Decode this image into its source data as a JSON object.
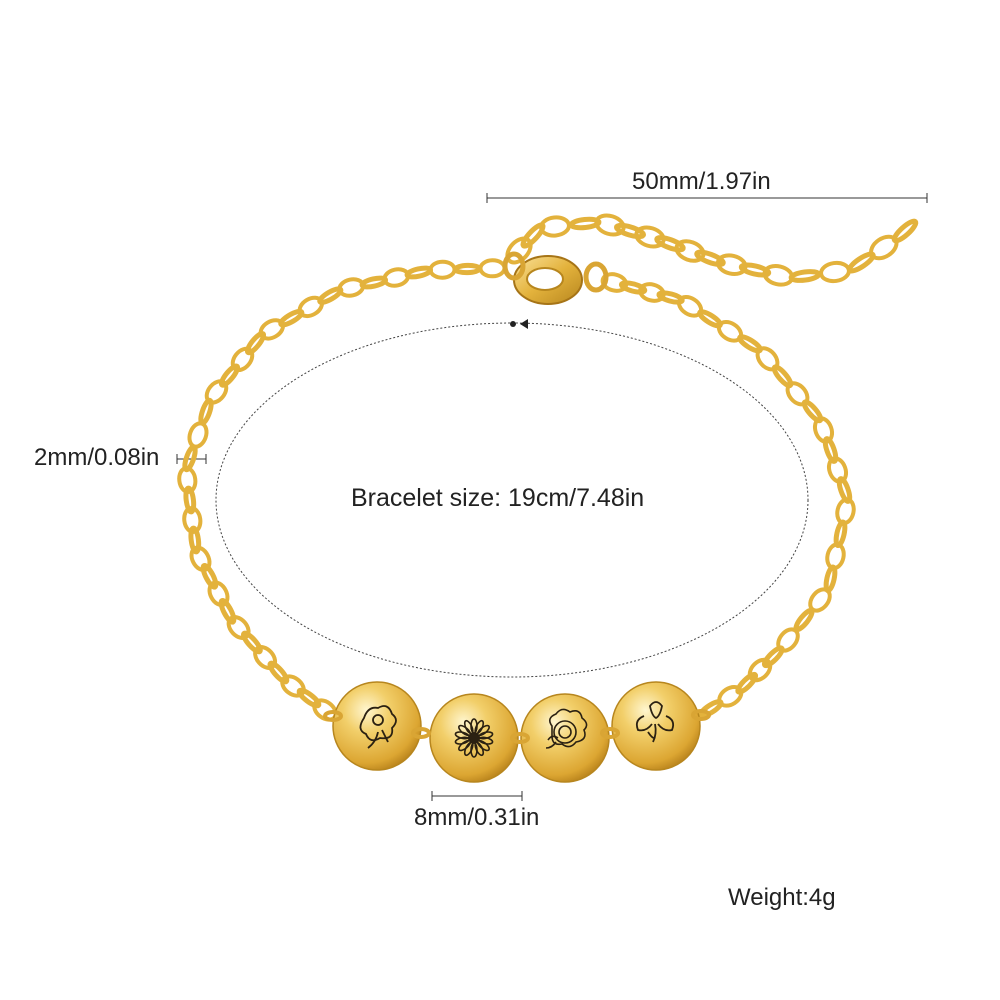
{
  "product": {
    "extender_length": "50mm/1.97in",
    "wire_thickness": "2mm/0.08in",
    "bracelet_size": "Bracelet size: 19cm/7.48in",
    "charm_diameter": "8mm/0.31in",
    "weight": "Weight:4g"
  },
  "colors": {
    "gold": "#e3b23c",
    "gold_dark": "#b7861e",
    "gold_light": "#f7dc8a",
    "annotation": "#333333",
    "text": "#222222"
  },
  "charms": [
    {
      "flower": "daffodil-icon"
    },
    {
      "flower": "daisy-icon"
    },
    {
      "flower": "chrysanthemum-icon"
    },
    {
      "flower": "iris-icon"
    }
  ]
}
